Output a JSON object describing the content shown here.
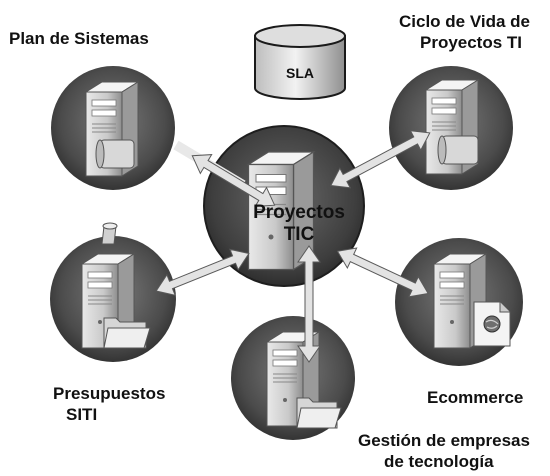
{
  "diagram": {
    "center": {
      "line1": "Proyectos",
      "line2": "TIC"
    },
    "database": {
      "label": "SLA"
    },
    "nodes": {
      "plan": {
        "label": "Plan de Sistemas"
      },
      "ciclo": {
        "line1": "Ciclo de Vida de",
        "line2": "Proyectos TI"
      },
      "presupuestos": {
        "line1": "Presupuestos",
        "line2": "SITI"
      },
      "gestion": {
        "line1": "Gestión de empresas",
        "line2": "de tecnología"
      },
      "ecommerce": {
        "label": "Ecommerce"
      }
    }
  }
}
